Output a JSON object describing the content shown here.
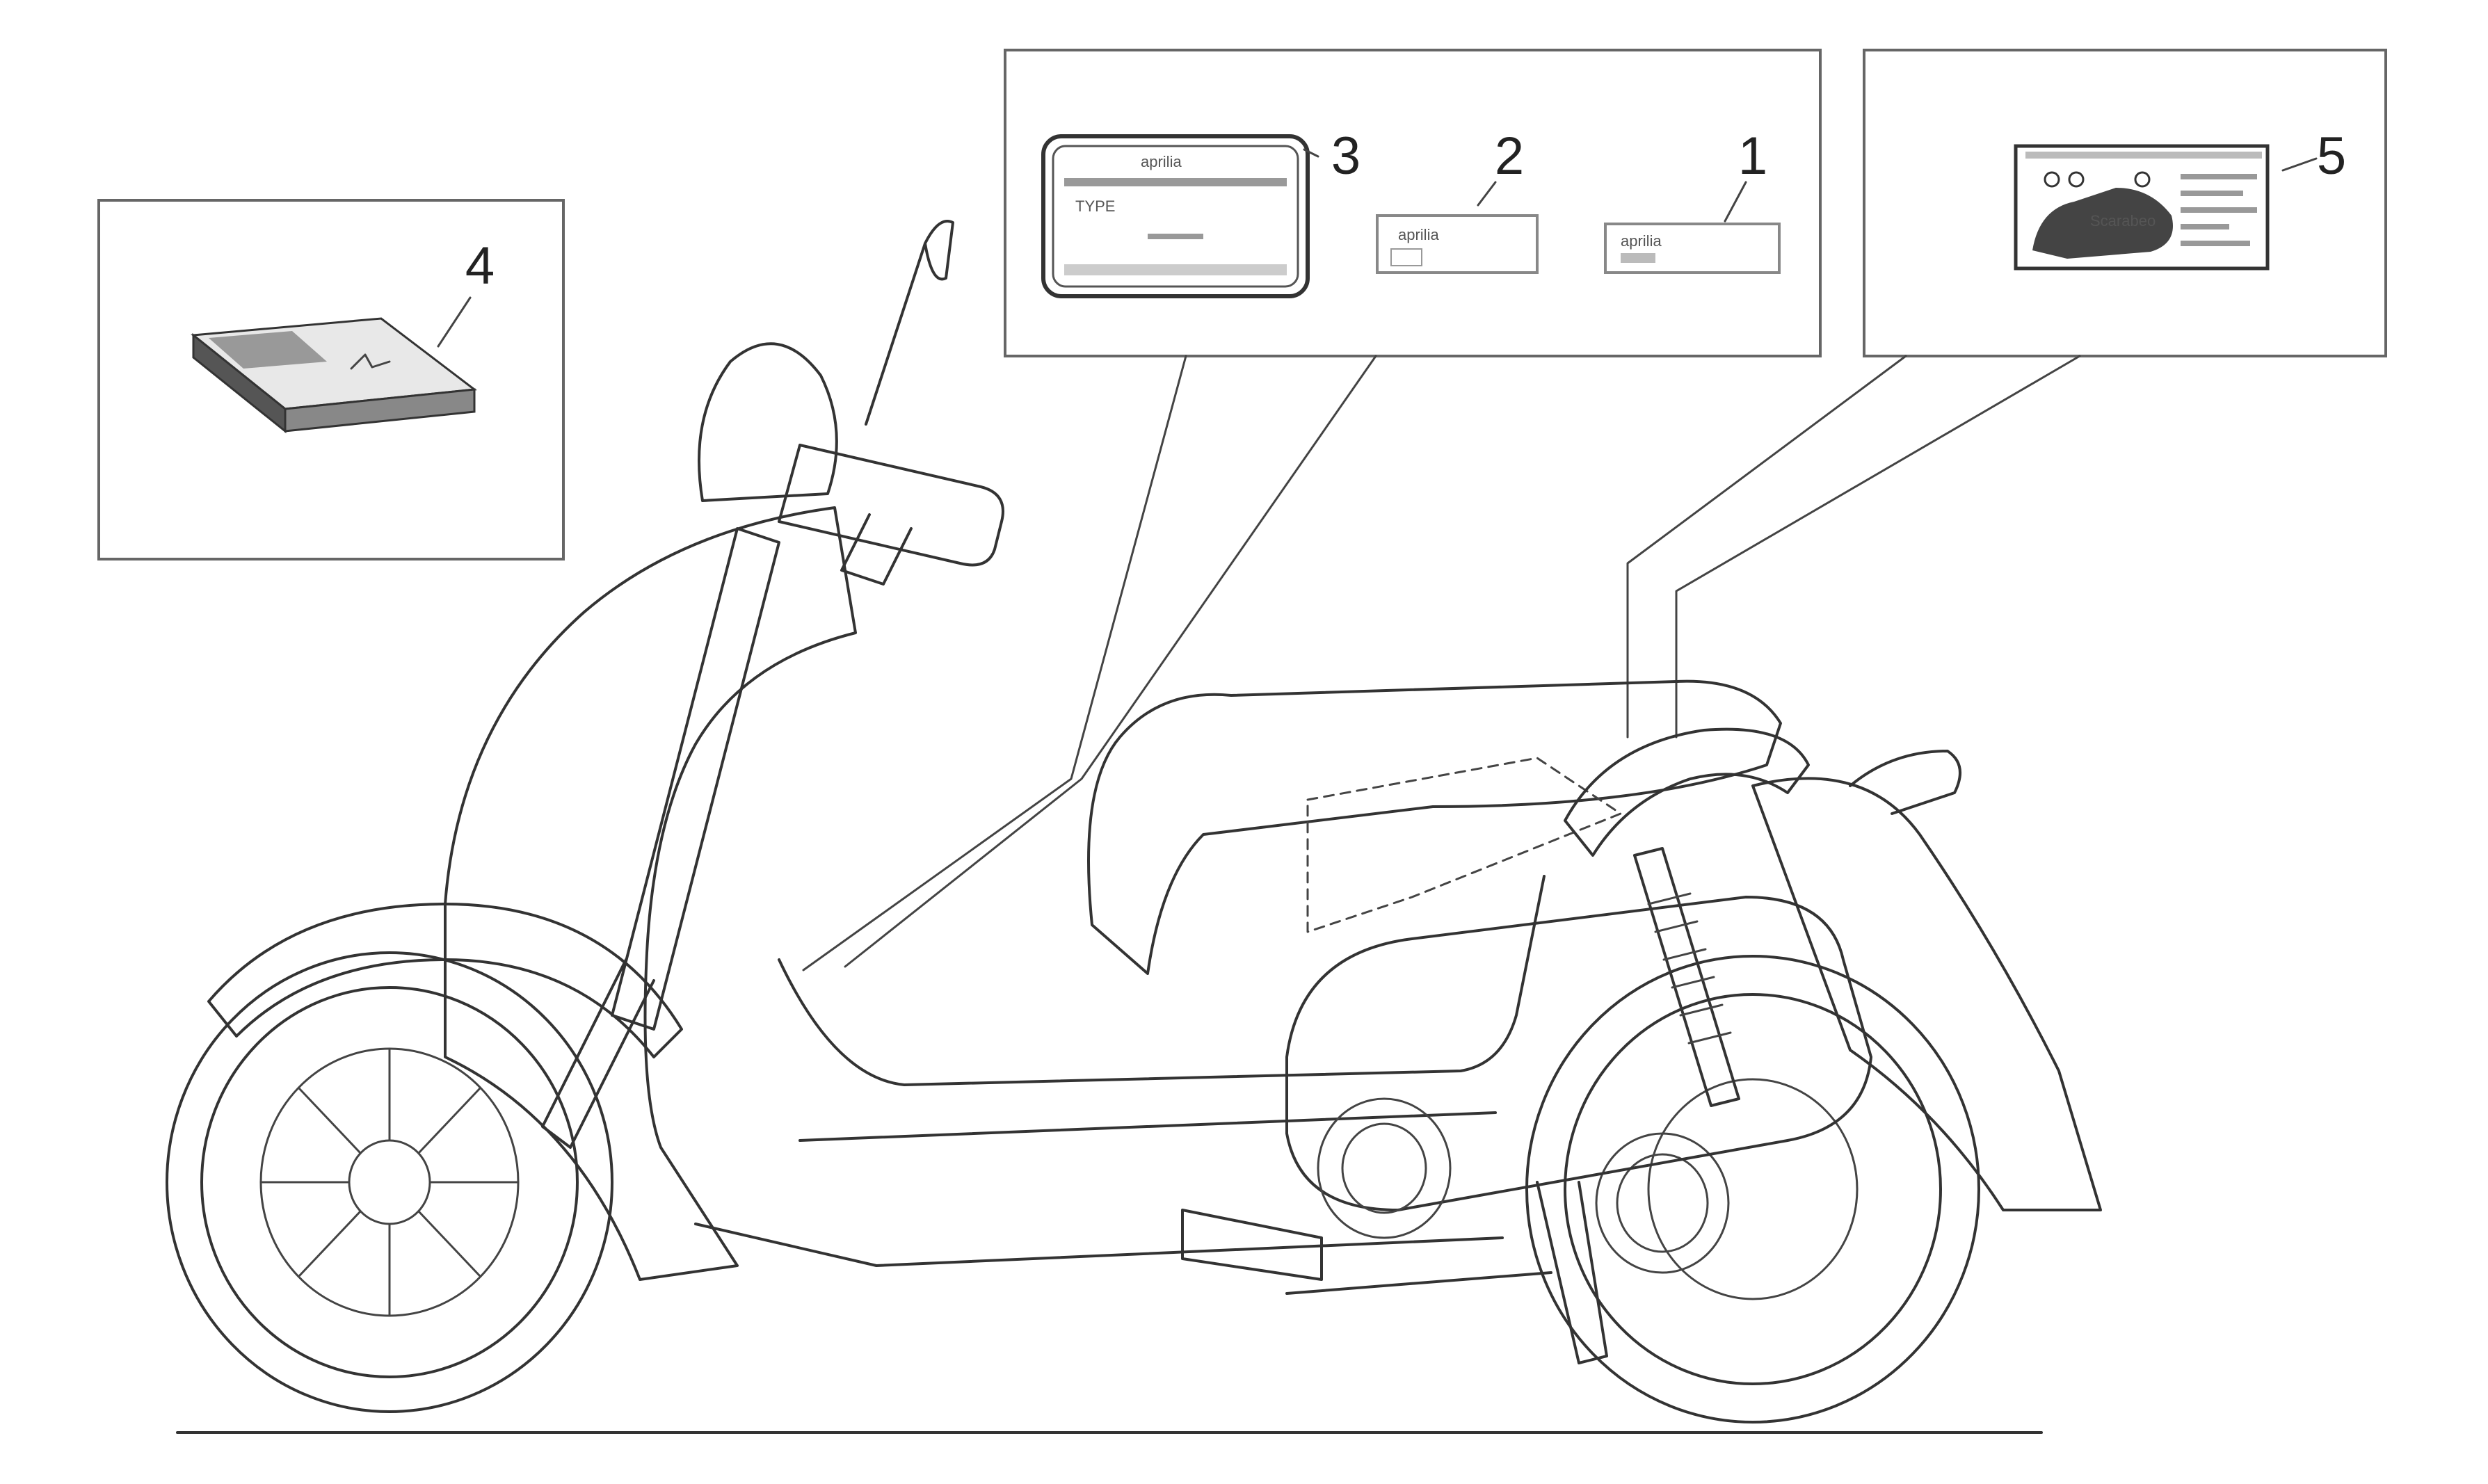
{
  "callouts": {
    "c1": "1",
    "c2": "2",
    "c3": "3",
    "c4": "4",
    "c5": "5"
  },
  "decal_text": {
    "brand_a": "aprilia",
    "brand_b": "aprilia",
    "brand_c": "aprilia",
    "model": "Scarabeo",
    "field_type": "TYPE"
  }
}
